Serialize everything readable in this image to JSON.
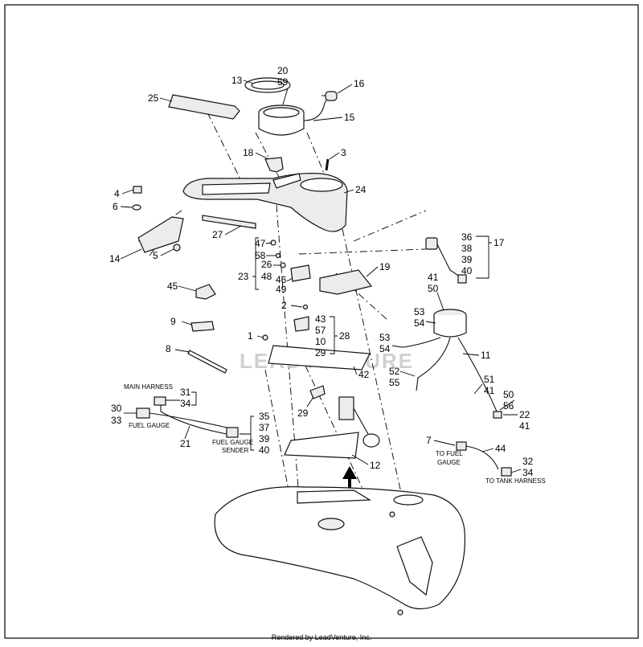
{
  "watermark": "LEADVENTURE",
  "footer": "Rendered by LeadVenture, Inc.",
  "arrow_color": "#000000",
  "callouts": [
    "13",
    "20",
    "59",
    "16",
    "25",
    "15",
    "18",
    "3",
    "24",
    "4",
    "6",
    "27",
    "14",
    "5",
    "47",
    "58",
    "26",
    "48",
    "46",
    "49",
    "23",
    "19",
    "36",
    "38",
    "39",
    "40",
    "17",
    "41",
    "50",
    "45",
    "2",
    "53",
    "54",
    "43",
    "57",
    "28",
    "10",
    "29",
    "1",
    "9",
    "8",
    "53",
    "54",
    "11",
    "42",
    "52",
    "55",
    "51",
    "41",
    "29",
    "50",
    "56",
    "22",
    "41",
    "31",
    "34",
    "30",
    "33",
    "35",
    "37",
    "39",
    "40",
    "21",
    "12",
    "44",
    "7",
    "32",
    "34"
  ],
  "notes": {
    "main_harness": "MAIN HARNESS",
    "fuel_gauge": "FUEL GAUGE",
    "fuel_gauge_sender_1": "FUEL GAUGE",
    "fuel_gauge_sender_2": "SENDER",
    "to_fuel_1": "TO FUEL",
    "to_fuel_2": "GAUGE",
    "to_tank_harness": "TO TANK HARNESS"
  }
}
